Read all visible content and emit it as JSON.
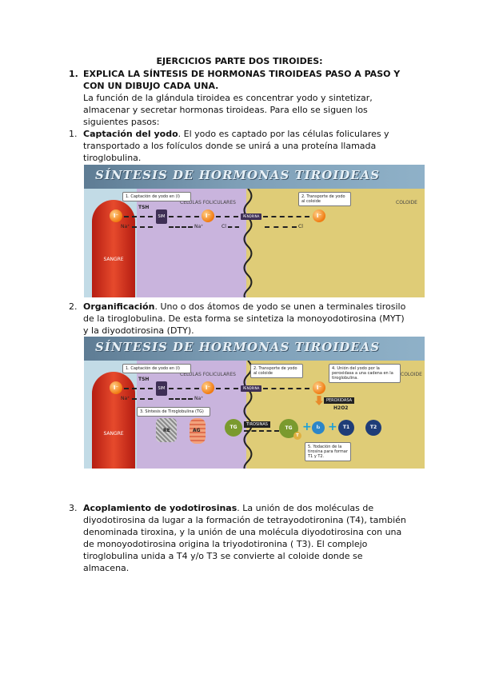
{
  "doc": {
    "title": "EJERCICIOS PARTE DOS TIROIDES:",
    "q_num": "1.",
    "q_line1": "EXPLICA LA SÍNTESIS DE HORMONAS TIROIDEAS PASO A PASO Y",
    "q_line2": "CON UN DIBUJO CADA UNA.",
    "intro_1": "La función de la glándula tiroidea es concentrar yodo y sintetizar,",
    "intro_2": "almacenar y secretar hormonas tiroideas. Para ello se siguen los",
    "intro_3": "siguientes pasos:",
    "s1_num": "1.",
    "s1_bold": "Captación del yodo",
    "s1_l1": ". El yodo es captado por las células foliculares y",
    "s1_l2": "transportado a los folículos donde se unirá a una proteína llamada",
    "s1_l3": "tiroglobulina.",
    "s2_num": "2.",
    "s2_bold": "Organificación",
    "s2_l1": ". Uno o dos átomos de yodo se unen a terminales tirosilo",
    "s2_l2": "de la tiroglobulina. De esta forma se sintetiza la monoyodotirosina (MYT)",
    "s2_l3": "y la diyodotirosina (DTY).",
    "s3_num": "3.",
    "s3_bold": "Acoplamiento de yodotirosinas",
    "s3_l1": ". La unión de dos moléculas de",
    "s3_l2": "diyodotirosina da lugar a la formación de tetrayodotironina (T4), también",
    "s3_l3": "denominada tiroxina, y la unión de una molécula diyodotirosina con una",
    "s3_l4": "de monoyodotirosina origina la triyodotironina ( T3). El complejo",
    "s3_l5": "tiroglobulina unida a T4 y/o T3 se convierte al coloide donde se",
    "s3_l6": "almacena."
  },
  "figures": {
    "title": "SÍNTESIS DE HORMONAS TIROIDEAS",
    "zone_cells": "CÉLULAS FOLICULARES",
    "zone_colloid": "COLOIDE",
    "blood": "SANGRE",
    "tsh": "TSH",
    "iodide": "I⁻",
    "na": "Na⁺",
    "cl": "Cl",
    "cl2": "Cl",
    "pump": "SIM",
    "pendrin": "PENDRINA",
    "step1": "1. Captación de yodo en (I)",
    "step2": "2. Transporte de yodo al coloide",
    "step3": "3. Síntesis de Tiroglobulina (TG)",
    "step4": "4. Unión del yodo por la peroxidasa a una cadena en la tiroglobulina.",
    "step5": "5. Yodación de la tirosina para formar T1 y T2.",
    "peroxidase": "PEROXIDASA",
    "h2o2": "H2O2",
    "tyrosines": "TIROSINAS",
    "re": "RE",
    "ag": "AG",
    "tg": "TG",
    "t": "T",
    "i2": "I₂",
    "t1": "T1",
    "t2": "T2"
  }
}
